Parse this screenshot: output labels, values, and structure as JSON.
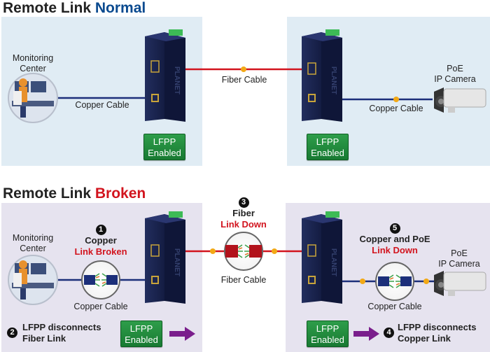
{
  "sections": {
    "normal": {
      "title_prefix": "Remote Link",
      "title_status": "Normal",
      "title_status_color": "#0a4a8f",
      "left": {
        "monitoring_label_1": "Monitoring",
        "monitoring_label_2": "Center",
        "copper_cable_label": "Copper Cable",
        "lfpp_line1": "LFPP",
        "lfpp_line2": "Enabled"
      },
      "fiber_cable_label": "Fiber Cable",
      "right": {
        "camera_label_1": "PoE",
        "camera_label_2": "IP Camera",
        "copper_cable_label": "Copper Cable",
        "lfpp_line1": "LFPP",
        "lfpp_line2": "Enabled"
      }
    },
    "broken": {
      "title_prefix": "Remote Link",
      "title_status": "Broken",
      "title_status_color": "#d2141e",
      "left": {
        "monitoring_label_1": "Monitoring",
        "monitoring_label_2": "Center",
        "step1_number": "1",
        "step1_title": "Copper",
        "step1_status": "Link Broken",
        "copper_cable_label": "Copper Cable",
        "step2_number": "2",
        "step2_line1": "LFPP disconnects",
        "step2_line2": "Fiber Link",
        "lfpp_line1": "LFPP",
        "lfpp_line2": "Enabled"
      },
      "middle": {
        "step3_number": "3",
        "step3_title": "Fiber",
        "step3_status": "Link Down",
        "fiber_cable_label": "Fiber Cable"
      },
      "right": {
        "step5_number": "5",
        "step5_title": "Copper and PoE",
        "step5_status": "Link Down",
        "camera_label_1": "PoE",
        "camera_label_2": "IP Camera",
        "copper_cable_label": "Copper Cable",
        "lfpp_line1": "LFPP",
        "lfpp_line2": "Enabled",
        "step4_number": "4",
        "step4_line1": "LFPP disconnects",
        "step4_line2": "Copper Link"
      }
    }
  },
  "colors": {
    "fiber_line": "#d2141e",
    "copper_line": "#1c2f7a",
    "device_body": "#1b2550",
    "lfpp_green": "#1f8a3c",
    "arrow_purple": "#7a1e8c",
    "connector_dot": "#f2a916",
    "panel_normal_bg": "#e0ecf4",
    "panel_broken_bg": "#e6e3ef"
  }
}
